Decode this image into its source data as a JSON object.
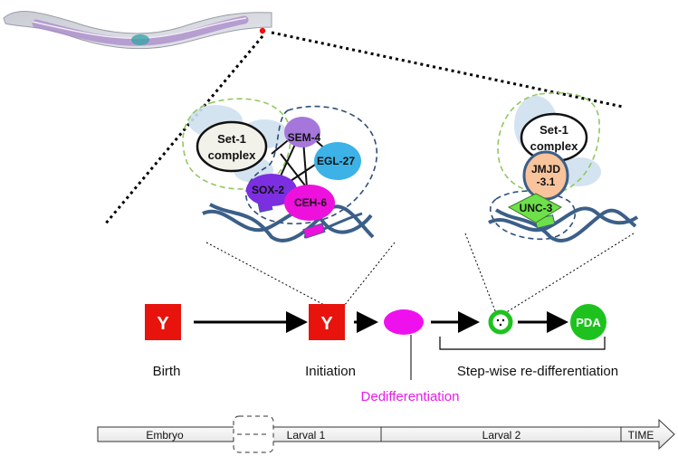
{
  "diagram": {
    "timeline_stages": [
      {
        "label": "Birth"
      },
      {
        "label": "Initiation"
      },
      {
        "label": "Dedifferentiation",
        "color": "#e81ce8"
      },
      {
        "label": "Step-wise re-differentiation"
      }
    ],
    "cells": {
      "y_cell_label": "Y",
      "pda_cell_label": "PDA",
      "y_color": "#e8130c",
      "dediff_color": "#ee11ee",
      "pda_color": "#1ec21e"
    },
    "complex_left": {
      "set1_line1": "Set-1",
      "set1_line2": "complex",
      "proteins": [
        {
          "label": "SEM-4",
          "color": "#a577db"
        },
        {
          "label": "EGL-27",
          "color": "#3cb2e6"
        },
        {
          "label": "SOX-2",
          "color": "#7b2fe0"
        },
        {
          "label": "CEH-6",
          "color": "#ee11dd"
        }
      ]
    },
    "complex_right": {
      "set1_line1": "Set-1",
      "set1_line2": "complex",
      "jmjd_line1": "JMJD",
      "jmjd_line2": "-3.1",
      "jmjd_color": "#f9c39c",
      "unc3_label": "UNC-3",
      "unc3_color": "#6ee04a"
    },
    "timeline_axis": {
      "segments": [
        "Embryo",
        "Larval 1",
        "Larval 2",
        "TIME"
      ]
    }
  }
}
